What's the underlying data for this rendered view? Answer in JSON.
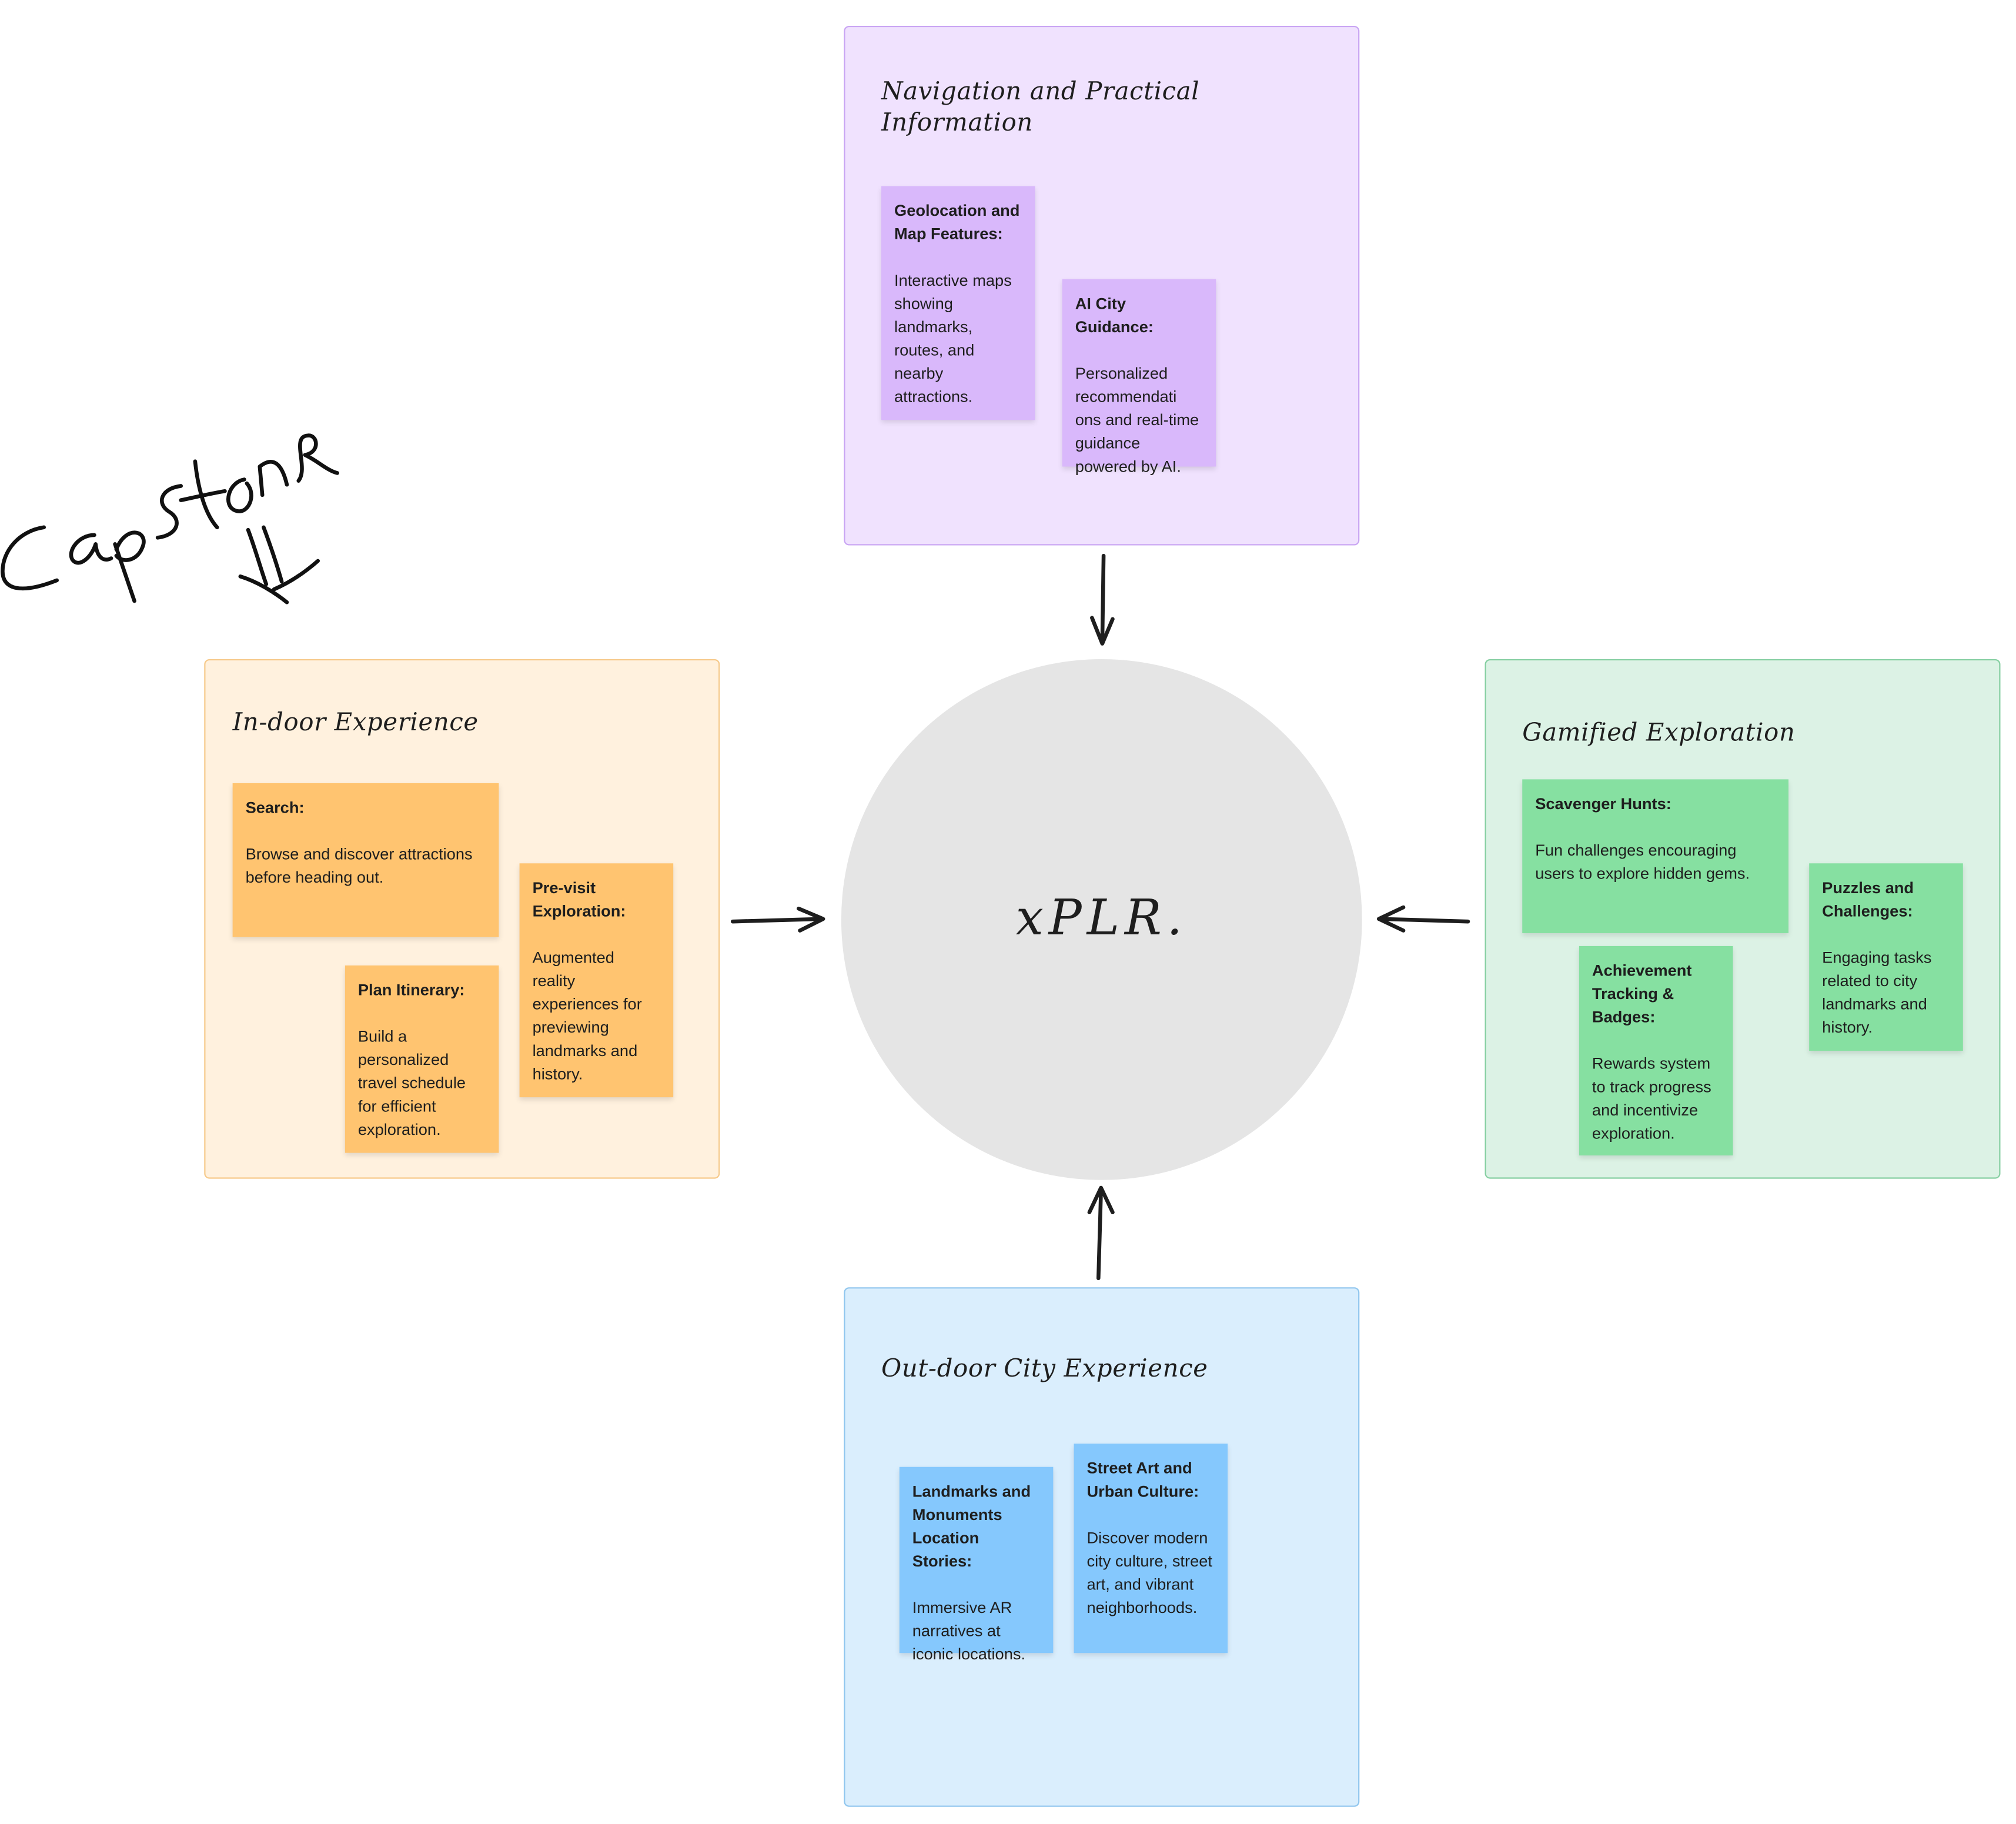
{
  "handwriting": "Capstone",
  "hub": {
    "label": "xPLR."
  },
  "colors": {
    "purple_section": "#f0e2fe",
    "purple_border": "#c9a5f3",
    "purple_sticky": "#d9b8fb",
    "orange_section": "#fff1de",
    "orange_border": "#f6c98a",
    "orange_sticky": "#ffc470",
    "green_section": "#dcf2e5",
    "green_border": "#86cfa2",
    "green_sticky": "#86e0a1",
    "blue_section": "#daeefd",
    "blue_border": "#90c6ee",
    "blue_sticky": "#85c8fd",
    "hub": "#e5e5e5",
    "ink": "#1e1e1e"
  },
  "sections": {
    "navigation": {
      "title": "Navigation and Practical\nInformation",
      "notes": [
        {
          "title": "Geolocation and Map Features:",
          "body": "Interactive maps showing landmarks, routes, and nearby attractions."
        },
        {
          "title": "AI City Guidance:",
          "body": "Personalized recommendati ons and real-time guidance powered by AI."
        }
      ]
    },
    "indoor": {
      "title": "In-door Experience",
      "notes": [
        {
          "title": "Search:",
          "body": "Browse and discover attractions before heading out."
        },
        {
          "title": "Pre-visit Exploration:",
          "body": "Augmented reality experiences for previewing landmarks and history."
        },
        {
          "title": "Plan Itinerary:",
          "body": "Build a personalized travel schedule for efficient exploration."
        }
      ]
    },
    "gamified": {
      "title": "Gamified Exploration",
      "notes": [
        {
          "title": "Scavenger Hunts:",
          "body": "Fun challenges encouraging users to explore hidden gems."
        },
        {
          "title": "Puzzles and Challenges:",
          "body": "Engaging tasks related to city landmarks and history."
        },
        {
          "title": "Achievement Tracking & Badges:",
          "body": "Rewards system to track progress and incentivize exploration."
        }
      ]
    },
    "outdoor": {
      "title": "Out-door City Experience",
      "notes": [
        {
          "title": "Landmarks and Monuments Location Stories:",
          "body": "Immersive AR narratives at iconic locations."
        },
        {
          "title": "Street Art and Urban Culture:",
          "body": "Discover modern city culture, street art, and vibrant neighborhoods."
        }
      ]
    }
  }
}
